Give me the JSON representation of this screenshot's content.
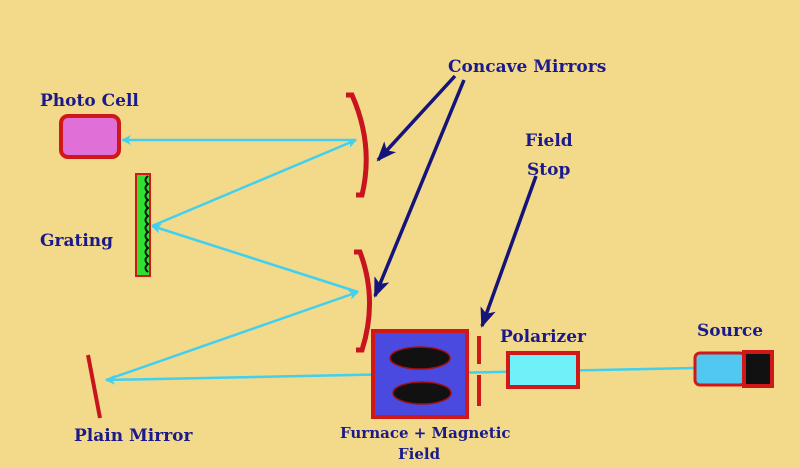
{
  "labels": {
    "photo_cell": "Photo Cell",
    "grating": "Grating",
    "concave_mirrors": "Concave Mirrors",
    "field_stop_line1": "Field",
    "field_stop_line2": "Stop",
    "polarizer": "Polarizer",
    "source": "Source",
    "plain_mirror": "Plain Mirror",
    "furnace_line1": "Furnace + Magnetic",
    "furnace_line2": "Field"
  },
  "colors": {
    "background": "#f3d98a",
    "label": "#1a1a8c",
    "outline": "#d01818",
    "beam": "#40d0f0",
    "pointer": "#14147a",
    "photo_cell": "#e070d8",
    "grating": "#30e030",
    "furnace": "#4a4ae0",
    "polarizer": "#70f0f8",
    "source": "#50c8f0"
  }
}
